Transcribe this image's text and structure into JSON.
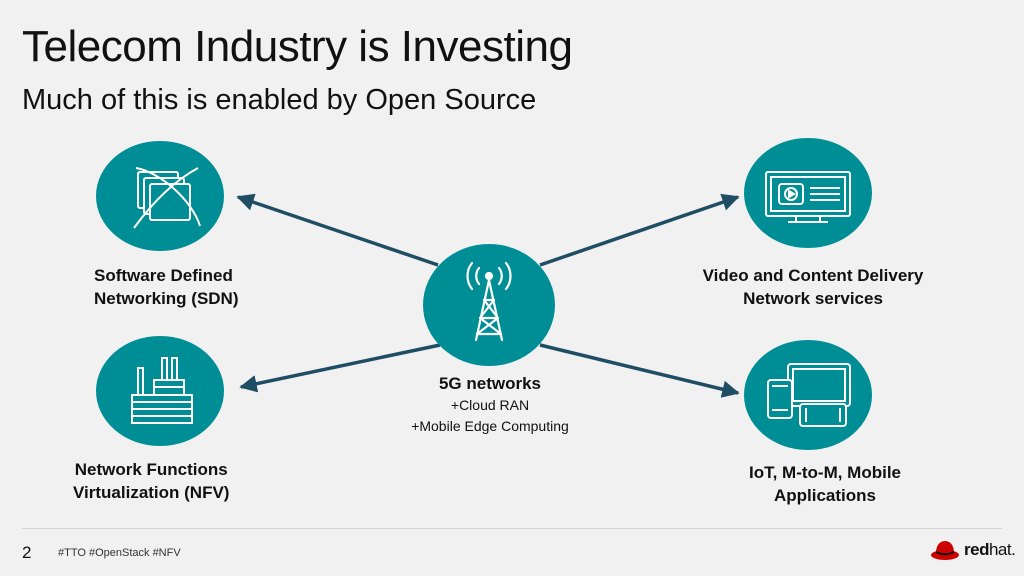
{
  "header": {
    "title": "Telecom Industry is Investing",
    "subtitle": "Much of this is enabled by Open Source"
  },
  "colors": {
    "teal": "#008e96",
    "arrow": "#1f4d63",
    "logo_red": "#cc0000"
  },
  "nodes": {
    "center": {
      "icon": "cell-tower-icon",
      "title": "5G networks",
      "line1": "+Cloud RAN",
      "line2": "+Mobile Edge Computing"
    },
    "sdn": {
      "icon": "layered-screens-icon",
      "line1": "Software Defined",
      "line2": "Networking (SDN)"
    },
    "nfv": {
      "icon": "factory-icon",
      "line1": "Network Functions",
      "line2": "Virtualization (NFV)"
    },
    "video": {
      "icon": "monitor-video-icon",
      "line1": "Video and Content Delivery",
      "line2": "Network services"
    },
    "iot": {
      "icon": "mobile-devices-icon",
      "line1": "IoT, M-to-M, Mobile",
      "line2": "Applications"
    }
  },
  "footer": {
    "page": "2",
    "tags": "#TTO #OpenStack #NFV",
    "logo_bold": "red",
    "logo_light": "hat."
  }
}
